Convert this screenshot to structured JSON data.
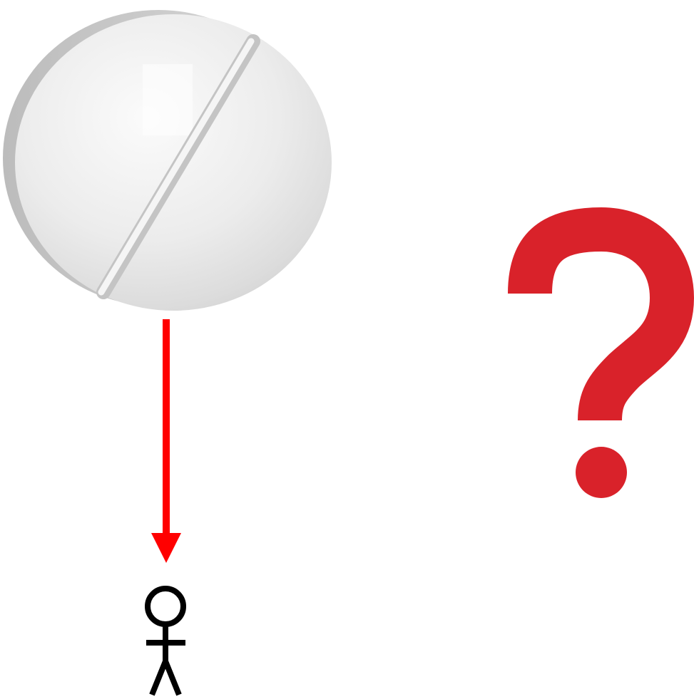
{
  "figure": {
    "elements": [
      {
        "name": "pill-tablet",
        "kind": "illustration",
        "color": "#ededed"
      },
      {
        "name": "downward-arrow",
        "kind": "connector",
        "color": "#ff0000"
      },
      {
        "name": "stick-figure-person",
        "kind": "icon",
        "color": "#000000"
      },
      {
        "name": "question-mark-icon",
        "kind": "icon",
        "color": "#d9222a"
      }
    ]
  }
}
